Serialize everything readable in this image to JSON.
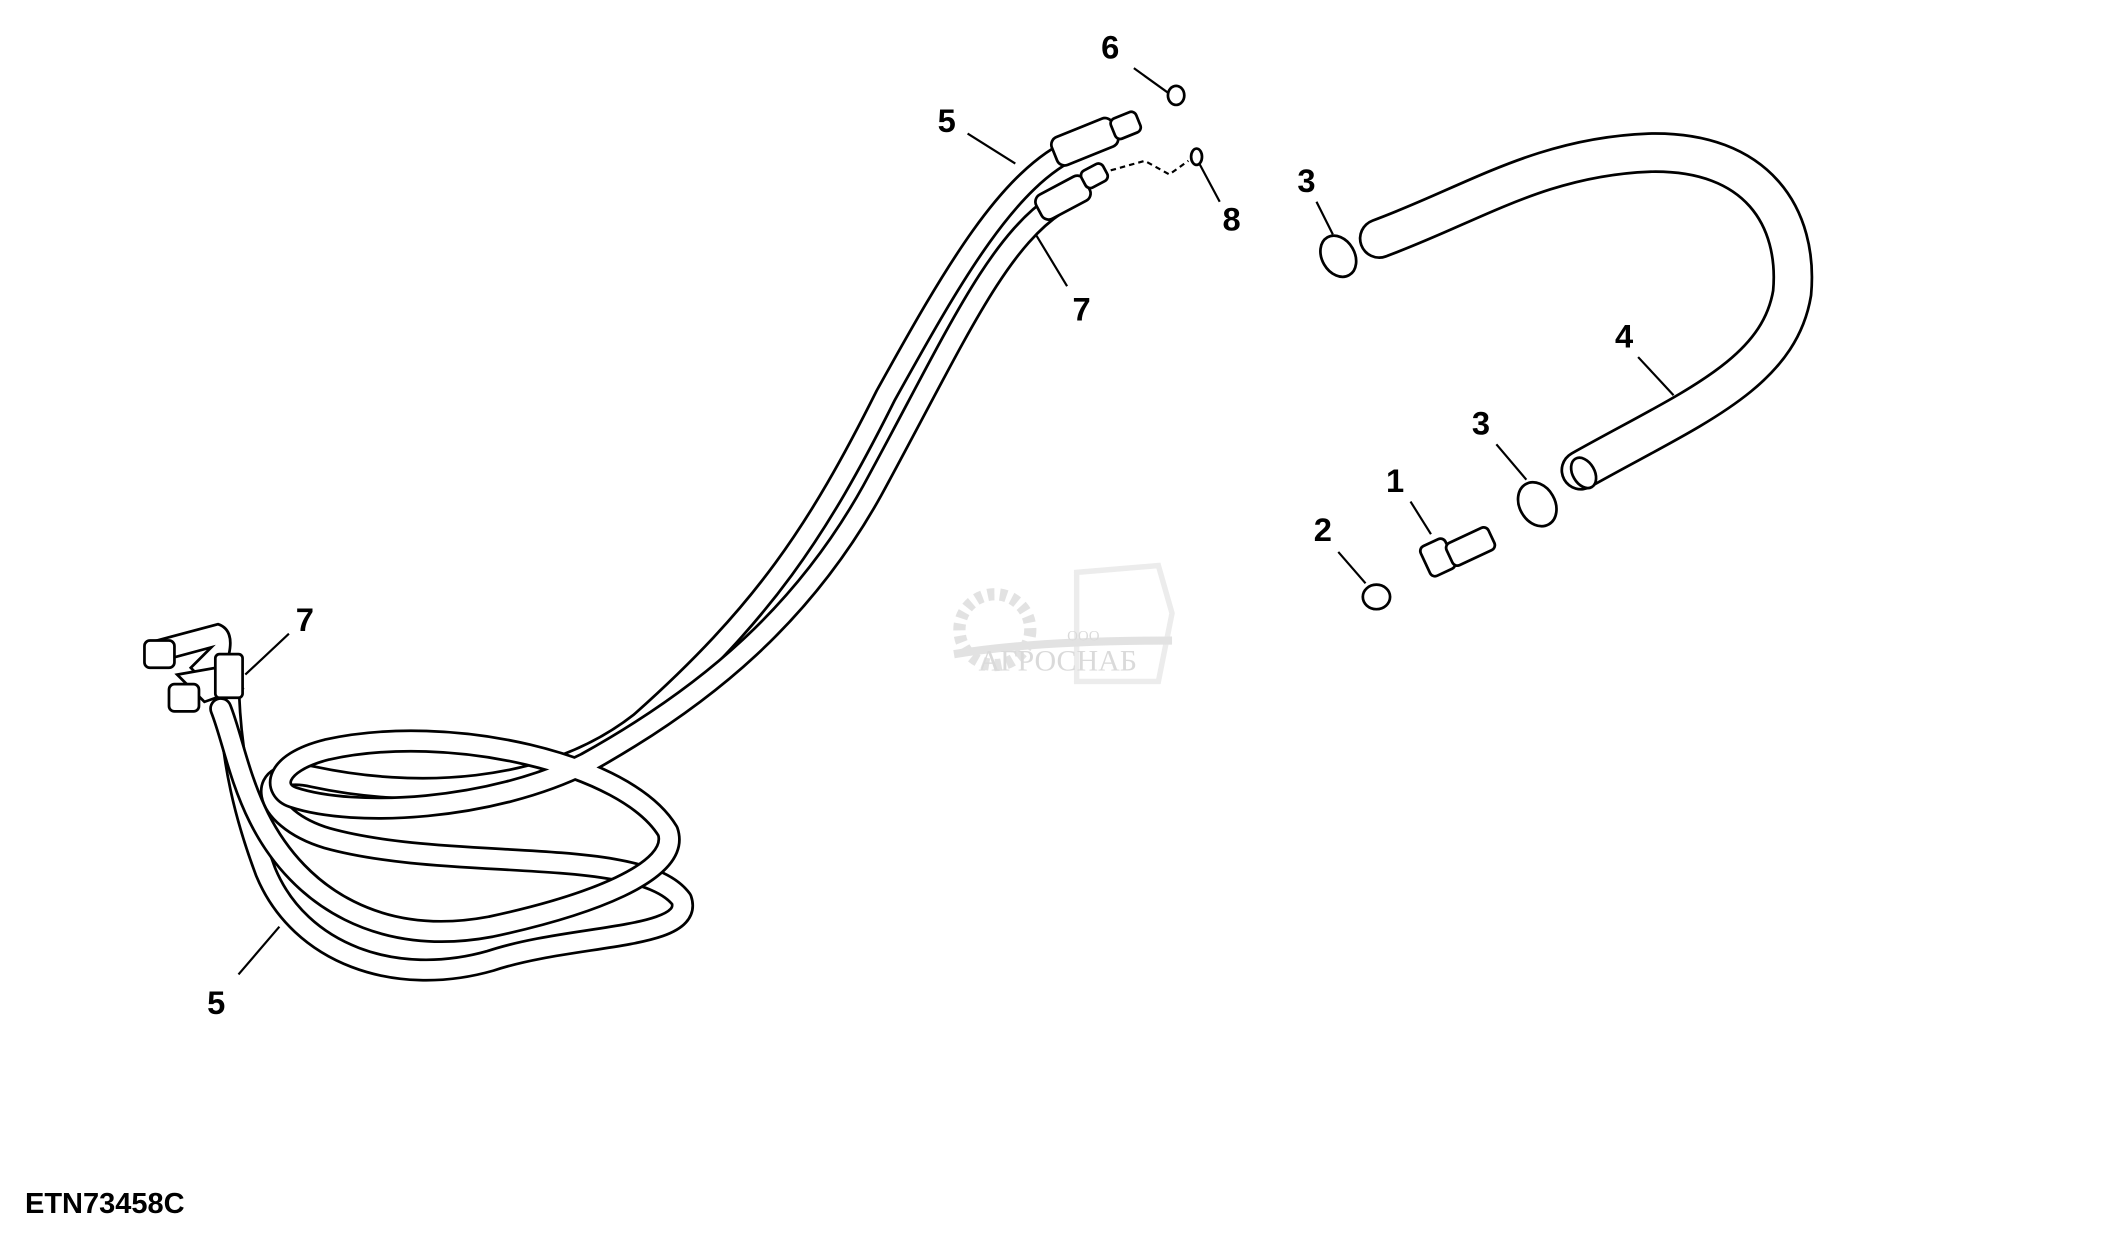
{
  "figure_id": "ETN73458C",
  "watermark": {
    "prefix": "ООО",
    "name": "АГРОСНАБ"
  },
  "callouts": [
    {
      "id": "c6",
      "label": "6"
    },
    {
      "id": "c5a",
      "label": "5"
    },
    {
      "id": "c3a",
      "label": "3"
    },
    {
      "id": "c8",
      "label": "8"
    },
    {
      "id": "c7a",
      "label": "7"
    },
    {
      "id": "c4",
      "label": "4"
    },
    {
      "id": "c3b",
      "label": "3"
    },
    {
      "id": "c1",
      "label": "1"
    },
    {
      "id": "c2",
      "label": "2"
    },
    {
      "id": "c7b",
      "label": "7"
    },
    {
      "id": "c5b",
      "label": "5"
    }
  ]
}
